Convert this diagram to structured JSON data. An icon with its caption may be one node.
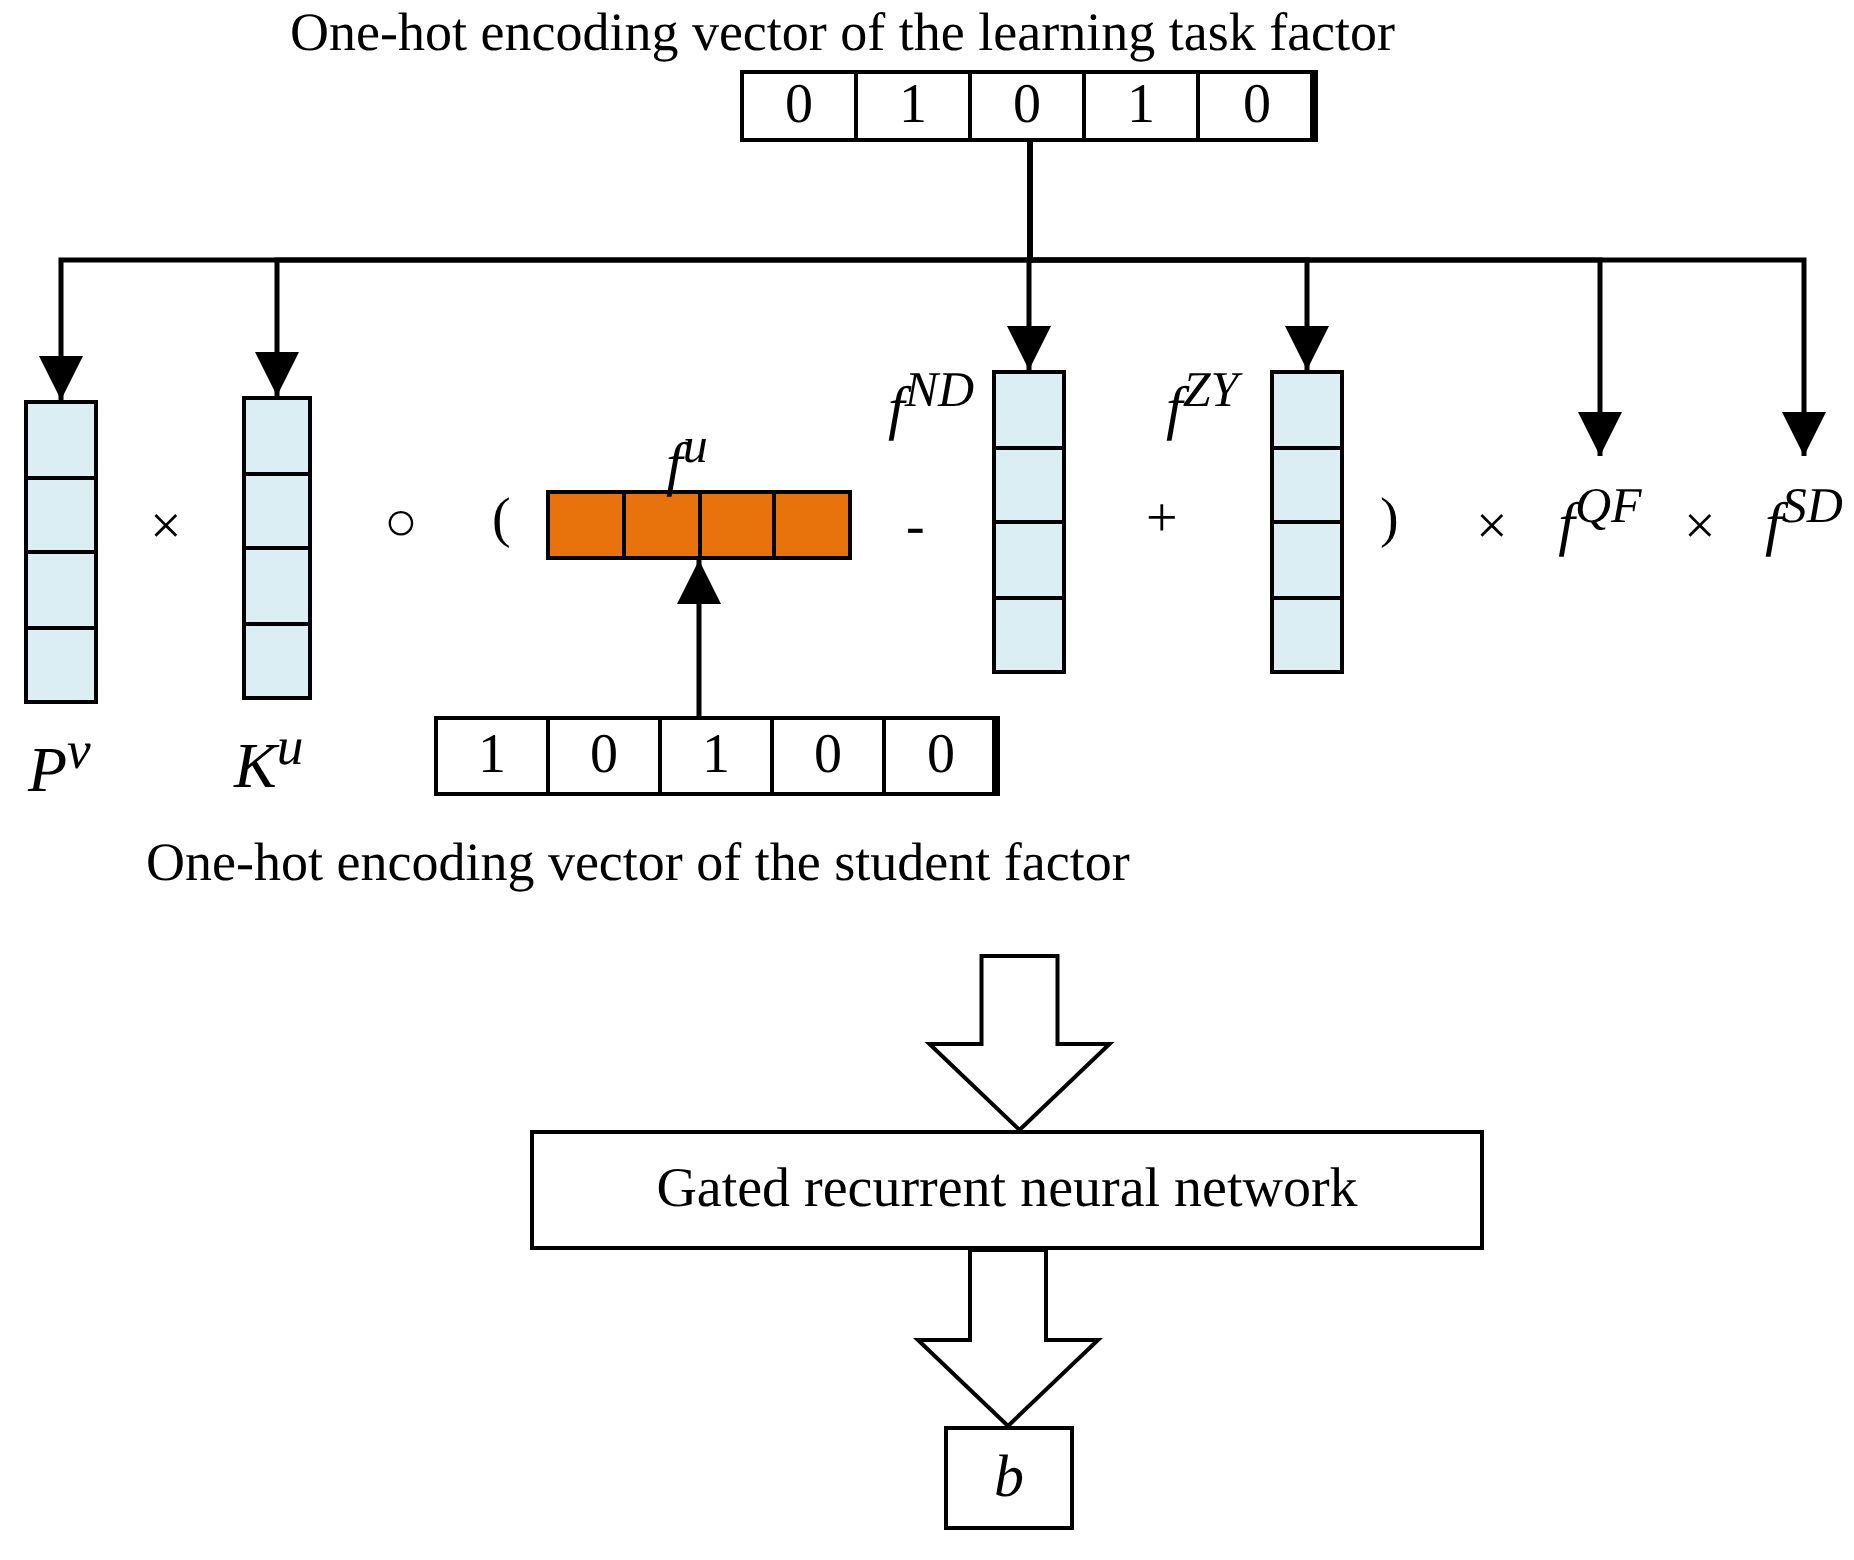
{
  "diagram": {
    "nodes": [
      {
        "text": [
          "One-hot encoding vector of the learning task factor"
        ]
      },
      {
        "text": [
          "0"
        ],
        "in": 0
      },
      {
        "text": [
          "1"
        ],
        "in": 0
      },
      {
        "text": [
          "0"
        ],
        "in": 0
      },
      {
        "text": [
          "1"
        ],
        "in": 0
      },
      {
        "text": [
          "0"
        ],
        "in": 0
      },
      {
        "text": [
          "P$^{v}$"
        ]
      },
      {
        "text": [
          "K$^{u}$"
        ]
      },
      {
        "text": [
          "f$^{u}$"
        ]
      },
      {
        "text": [
          "One-hot encoding vector of the student factor"
        ]
      },
      {
        "text": [
          "1"
        ],
        "in": 9
      },
      {
        "text": [
          "0"
        ],
        "in": 9
      },
      {
        "text": [
          "1"
        ],
        "in": 9
      },
      {
        "text": [
          "0"
        ],
        "in": 9
      },
      {
        "text": [
          "0"
        ],
        "in": 9
      },
      {
        "text": [
          "f$^{ND}$"
        ]
      },
      {
        "text": [
          "f$^{ZY}$"
        ]
      },
      {
        "text": [
          "f$^{QF}$"
        ]
      },
      {
        "text": [
          "f$^{SD}$"
        ]
      },
      {
        "text": [
          "Gated recurrent neural network"
        ]
      },
      {
        "text": [
          "b"
        ]
      }
    ],
    "edges": [
      {
        "from": 0,
        "to": 6,
        "arrow": "to"
      },
      {
        "from": 0,
        "to": 7,
        "arrow": "to"
      },
      {
        "from": 0,
        "to": 15,
        "arrow": "to"
      },
      {
        "from": 0,
        "to": 16,
        "arrow": "to"
      },
      {
        "from": 0,
        "to": 17,
        "arrow": "to"
      },
      {
        "from": 0,
        "to": 18,
        "arrow": "to"
      },
      {
        "from": 9,
        "to": 8,
        "arrow": "to"
      },
      {
        "from": null,
        "to": 19,
        "arrow": "to",
        "style": "thick"
      },
      {
        "from": 19,
        "to": 20,
        "arrow": "to",
        "style": "thick"
      }
    ],
    "labels": [
      "×",
      "○",
      "(",
      "-",
      "+",
      ")",
      "×",
      "×"
    ]
  }
}
